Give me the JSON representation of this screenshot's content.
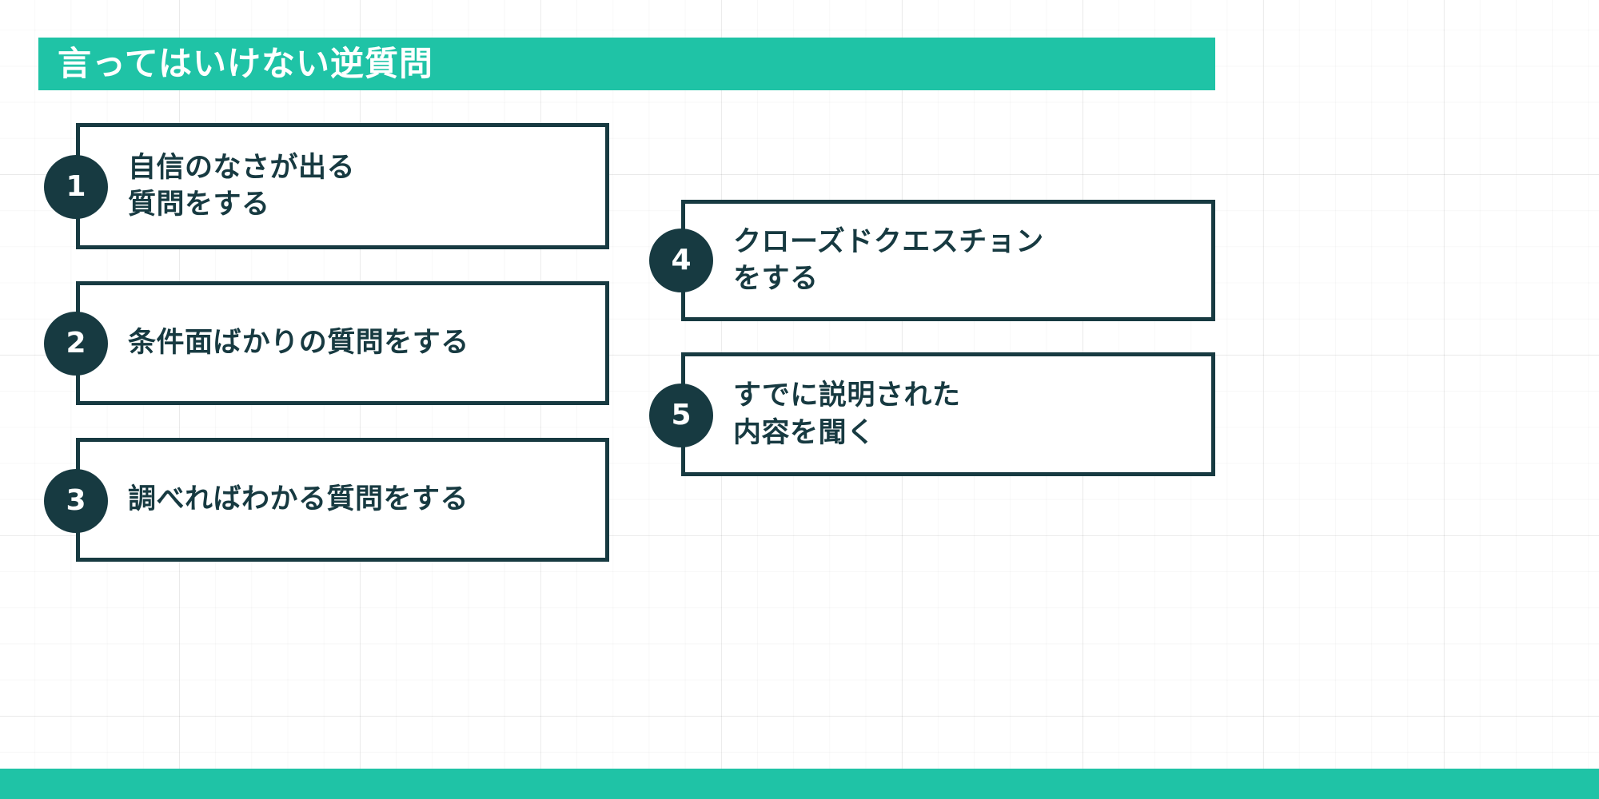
{
  "slide": {
    "title": "言ってはいけない逆質問",
    "accent_color": "#1fc3a6",
    "ink_color": "#173a41",
    "background_color": "#ffffff"
  },
  "items": [
    {
      "number": "1",
      "text": "自信のなさが出る\n質問をする"
    },
    {
      "number": "2",
      "text": "条件面ばかりの質問をする"
    },
    {
      "number": "3",
      "text": "調べればわかる質問をする"
    },
    {
      "number": "4",
      "text": "クローズドクエスチョン\nをする"
    },
    {
      "number": "5",
      "text": "すでに説明された\n内容を聞く"
    }
  ]
}
